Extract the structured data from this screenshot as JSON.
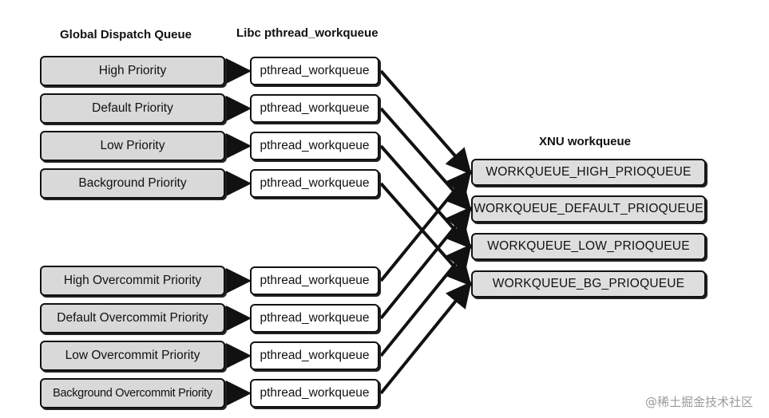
{
  "headings": {
    "global": "Global Dispatch Queue",
    "libc": "Libc pthread_workqueue",
    "xnu": "XNU workqueue"
  },
  "global_queues": [
    "High Priority",
    "Default Priority",
    "Low Priority",
    "Background Priority",
    "High Overcommit Priority",
    "Default Overcommit Priority",
    "Low Overcommit Priority",
    "Background Overcommit Priority"
  ],
  "pthread_workqueues": [
    "pthread_workqueue",
    "pthread_workqueue",
    "pthread_workqueue",
    "pthread_workqueue",
    "pthread_workqueue",
    "pthread_workqueue",
    "pthread_workqueue",
    "pthread_workqueue"
  ],
  "xnu_queues": [
    "WORKQUEUE_HIGH_PRIOQUEUE",
    "WORKQUEUE_DEFAULT_PRIOQUEUE",
    "WORKQUEUE_LOW_PRIOQUEUE",
    "WORKQUEUE_BG_PRIOQUEUE"
  ],
  "watermark": "@稀土掘金技术社区"
}
